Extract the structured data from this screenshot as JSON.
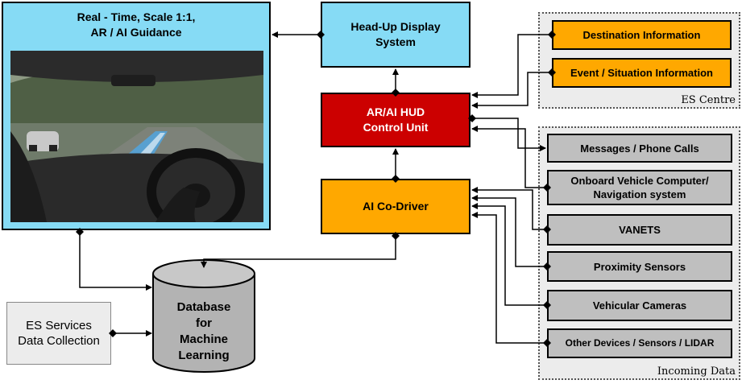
{
  "guidance": {
    "title": "Real - Time, Scale 1:1,\nAR / AI Guidance"
  },
  "hud_display": "Head-Up Display\nSystem",
  "control_unit": "AR/AI HUD\nControl Unit",
  "co_driver": "AI Co-Driver",
  "database": "Database\nfor\nMachine\nLearning",
  "es_services": "ES Services\nData Collection",
  "es_centre": {
    "label": "ES Centre",
    "items": [
      "Destination Information",
      "Event / Situation Information"
    ]
  },
  "incoming": {
    "label": "Incoming Data",
    "items": [
      "Messages / Phone Calls",
      "Onboard Vehicle Computer/\nNavigation system",
      "VANETS",
      "Proximity Sensors",
      "Vehicular Cameras",
      "Other Devices / Sensors / LIDAR"
    ]
  },
  "colors": {
    "guidance": "#86dbf5",
    "hud": "#86dbf5",
    "control_unit": "#cc0000",
    "co_driver": "#ffa800",
    "es_centre_items": "#ffa800",
    "incoming_items": "#bfbfbf",
    "database": "#b3b3b3"
  }
}
